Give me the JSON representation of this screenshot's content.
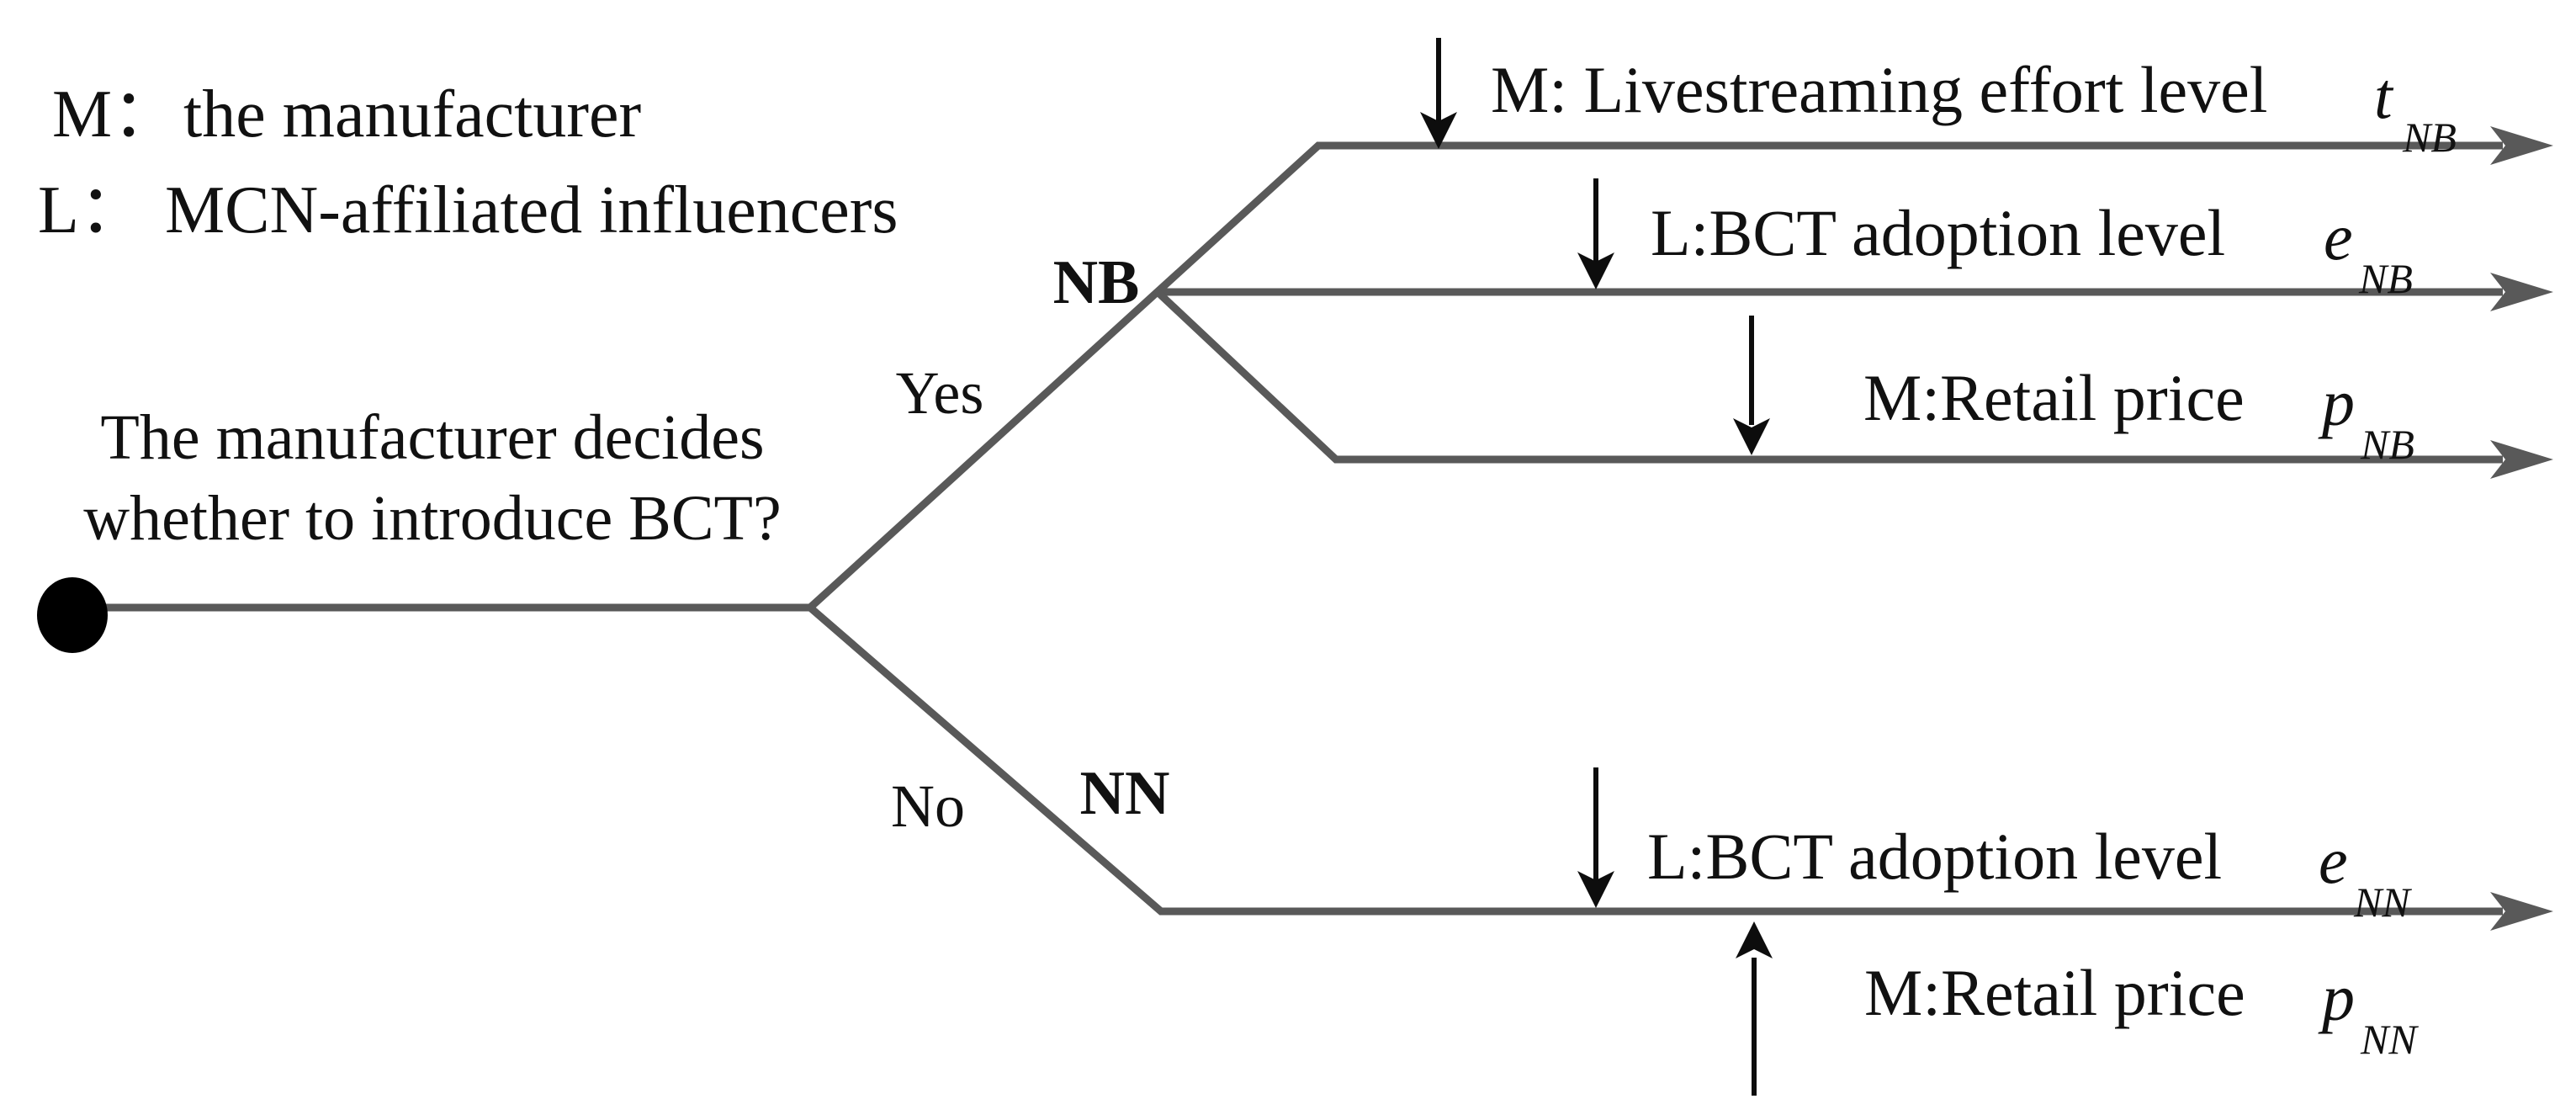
{
  "colors": {
    "tree_line": "#595959",
    "decision_arrow": "#0d0d0d",
    "text": "#111111",
    "root_node": "#000000",
    "background": "#ffffff"
  },
  "legend": {
    "items": [
      {
        "key": "M：",
        "value": "the manufacturer"
      },
      {
        "key": "L：",
        "value": "MCN-affiliated influencers"
      }
    ]
  },
  "root_question": {
    "line1": "The manufacturer decides",
    "line2": "whether to introduce BCT?"
  },
  "branches": {
    "yes": {
      "label": "Yes",
      "node": "NB"
    },
    "no": {
      "label": "No",
      "node": "NN"
    }
  },
  "decisions": [
    {
      "branch": "NB",
      "label": "M: Livestreaming effort level",
      "symbol": "t",
      "subscript": "NB",
      "arrow": "down"
    },
    {
      "branch": "NB",
      "label": "L:BCT adoption level",
      "symbol": "e",
      "subscript": "NB",
      "arrow": "down"
    },
    {
      "branch": "NB",
      "label": "M:Retail price",
      "symbol": "p",
      "subscript": "NB",
      "arrow": "down"
    },
    {
      "branch": "NN",
      "label": "L:BCT adoption level",
      "symbol": "e",
      "subscript": "NN",
      "arrow": "down"
    },
    {
      "branch": "NN",
      "label": "M:Retail price",
      "symbol": "p",
      "subscript": "NN",
      "arrow": "up"
    }
  ]
}
